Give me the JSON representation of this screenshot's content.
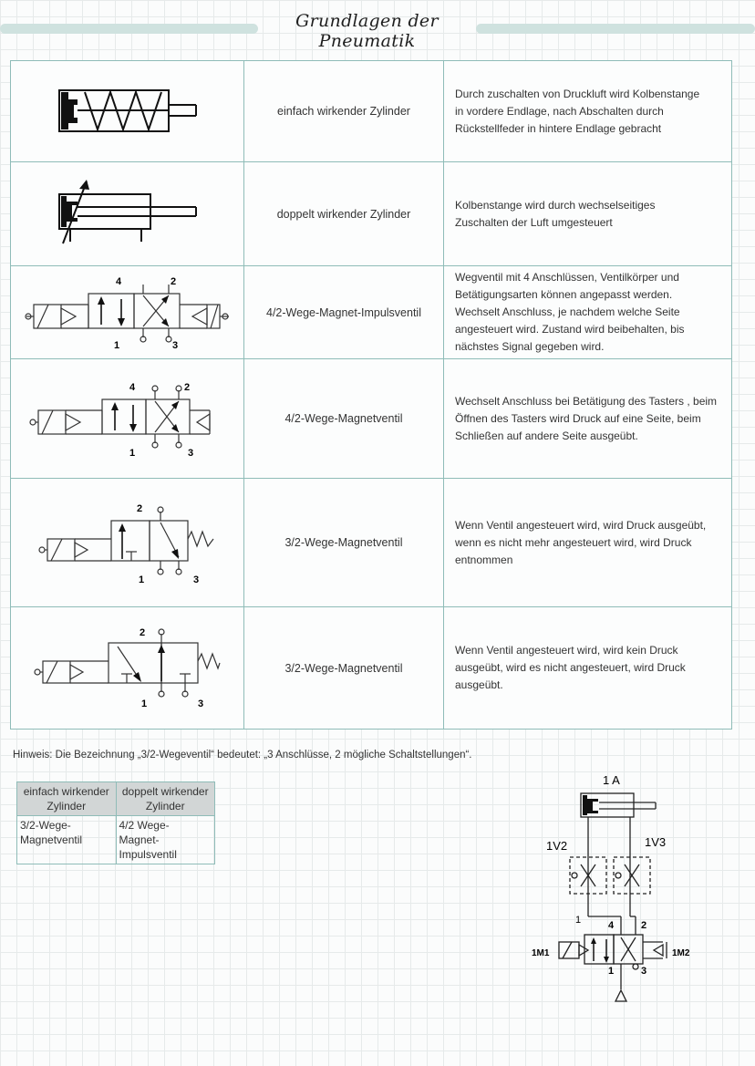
{
  "page": {
    "title": "Grundlagen der Pneumatik"
  },
  "rows": [
    {
      "name": "einfach wirkender Zylinder",
      "desc": [
        "Durch zuschalten von Druckluft wird Kolbenstange",
        "in vordere Endlage, nach Abschalten durch",
        "Rückstellfeder in hintere Endlage gebracht"
      ]
    },
    {
      "name": "doppelt wirkender Zylinder",
      "desc": [
        "Kolbenstange wird durch wechselseitiges",
        "Zuschalten der Luft umgesteuert"
      ]
    },
    {
      "name": "4/2-Wege-Magnet-Impulsventil",
      "desc": [
        "Wegventil mit 4 Anschlüssen, Ventilkörper und",
        "Betätigungsarten können angepasst werden.",
        "Wechselt Anschluss, je nachdem welche Seite",
        "angesteuert wird. Zustand wird beibehalten, bis",
        "nächstes Signal gegeben wird."
      ],
      "ports": {
        "p4": "4",
        "p2": "2",
        "p1": "1",
        "p3": "3"
      }
    },
    {
      "name": "4/2-Wege-Magnetventil",
      "desc": [
        "Wechselt Anschluss bei Betätigung des Tasters , beim",
        "Öffnen des Tasters wird Druck auf eine Seite, beim",
        "Schließen auf andere Seite ausgeübt."
      ],
      "ports": {
        "p4": "4",
        "p2": "2",
        "p1": "1",
        "p3": "3"
      }
    },
    {
      "name": "3/2-Wege-Magnetventil",
      "desc": [
        "Wenn Ventil angesteuert wird, wird Druck ausgeübt,",
        "wenn es nicht mehr angesteuert wird, wird Druck",
        "entnommen"
      ],
      "ports": {
        "p2": "2",
        "p1": "1",
        "p3": "3"
      }
    },
    {
      "name": "3/2-Wege-Magnetventil",
      "desc": [
        "Wenn Ventil angesteuert wird, wird kein Druck",
        "ausgeübt, wird es nicht angesteuert, wird Druck",
        "ausgeübt."
      ],
      "ports": {
        "p2": "2",
        "p1": "1",
        "p3": "3"
      }
    }
  ],
  "hint": "Hinweis: Die Bezeichnung „3/2-Wegeventil“ bedeutet: „3 Anschlüsse, 2 mögliche Schaltstellungen“.",
  "summary_table": {
    "headers": [
      [
        "einfach wirkender",
        "Zylinder"
      ],
      [
        "doppelt wirkender",
        "Zylinder"
      ]
    ],
    "cells": [
      [
        "3/2-Wege-",
        "Magnetventil"
      ],
      [
        "4/2 Wege-",
        "Magnet-Impulsventil"
      ]
    ]
  },
  "circuit": {
    "cylinder": "1 A",
    "throttle_left": "1V2",
    "throttle_right": "1V3",
    "port_1_left": "1",
    "port_4": "4",
    "port_2": "2",
    "port_1": "1",
    "port_3": "3",
    "solenoid_left": "1M1",
    "solenoid_right": "1M2"
  }
}
